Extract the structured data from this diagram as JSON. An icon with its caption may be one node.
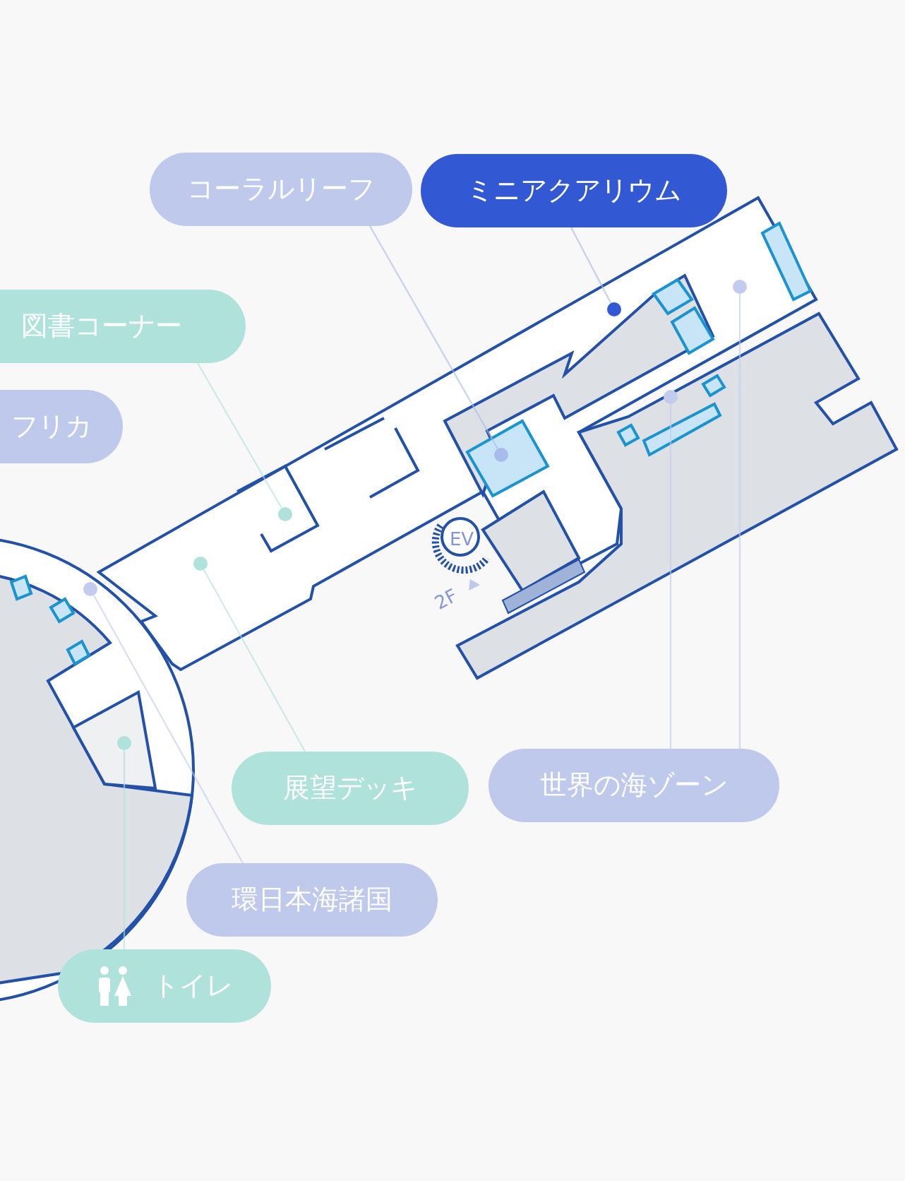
{
  "diagram": {
    "nodes": [
      {
        "text": [
          "コーラルリーフ"
        ]
      },
      {
        "text": [
          "ミニアクアリウム"
        ]
      },
      {
        "text": [
          "図書コーナー"
        ]
      },
      {
        "text": [
          "フリカ"
        ]
      },
      {
        "text": [
          "展望デッキ"
        ]
      },
      {
        "text": [
          "世界の海ゾーン"
        ]
      },
      {
        "text": [
          "環日本海諸国"
        ]
      },
      {
        "text": [
          "トイレ"
        ]
      },
      {
        "text": [],
        "shape": "circle"
      },
      {
        "text": [],
        "shape": "circle"
      },
      {
        "text": [],
        "shape": "circle"
      },
      {
        "text": [],
        "shape": "circle"
      },
      {
        "text": [],
        "shape": "circle"
      },
      {
        "text": [],
        "shape": "circle"
      },
      {
        "text": [],
        "shape": "circle"
      },
      {
        "text": [],
        "shape": "circle"
      }
    ],
    "edges": [
      {
        "from": 0,
        "to": 8,
        "arrow": "none"
      },
      {
        "from": 1,
        "to": 9,
        "arrow": "none"
      },
      {
        "from": 2,
        "to": 10,
        "arrow": "none"
      },
      {
        "from": 4,
        "to": 11,
        "arrow": "none"
      },
      {
        "from": 5,
        "to": 12,
        "arrow": "none"
      },
      {
        "from": 5,
        "to": 13,
        "arrow": "none"
      },
      {
        "from": 6,
        "to": 14,
        "arrow": "none"
      },
      {
        "from": 7,
        "to": 15,
        "arrow": "none"
      }
    ],
    "labels": [
      "EV",
      "2F"
    ]
  }
}
